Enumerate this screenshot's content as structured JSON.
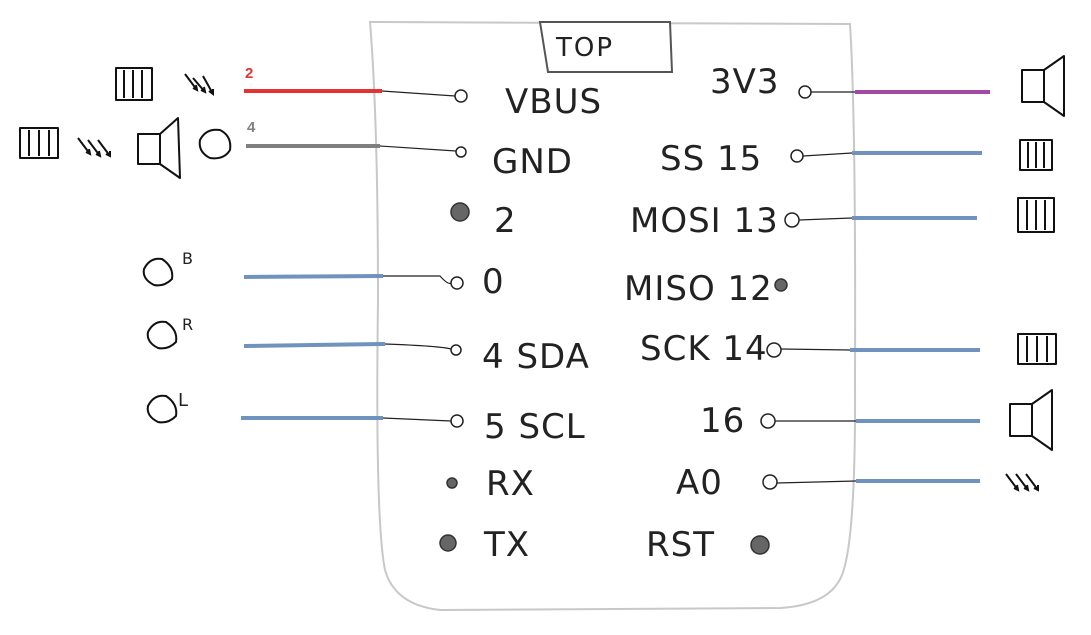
{
  "board": {
    "top_label": "TOP",
    "left_pins": [
      "VBUS",
      "GND",
      "2",
      "0",
      "4 SDA",
      "5 SCL",
      "RX",
      "TX"
    ],
    "right_pins": [
      "3V3",
      "SS 15",
      "MOSI 13",
      "MISO 12",
      "SCK 14",
      "16",
      "A0",
      "RST"
    ]
  },
  "wire_labels": {
    "vbus": "2",
    "gnd": "4"
  },
  "side_letters": {
    "b": "B",
    "r": "R",
    "l": "L"
  },
  "colors": {
    "red_wire": "#e53232",
    "gray_wire": "#7f7f7f",
    "blue_wire": "#7092be",
    "purple_wire": "#a349a4",
    "filled_pin": "#666666",
    "board_outline": "#c8c8c8"
  },
  "icons": {
    "ribbon": "ribbon-connector-icon",
    "speaker": "speaker-icon",
    "led": "led-arrows-icon",
    "button": "round-button-icon"
  }
}
